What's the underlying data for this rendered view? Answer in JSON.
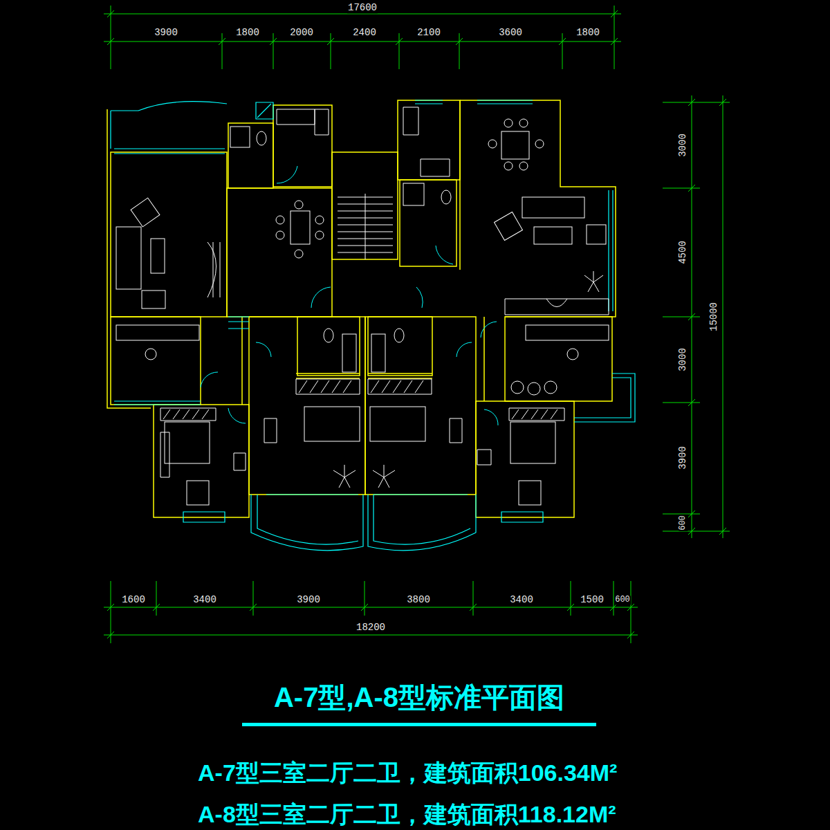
{
  "diagram": {
    "title": "A-7型,A-8型标准平面图",
    "labels": [
      "17600",
      "3900",
      "1800",
      "2000",
      "2400",
      "2100",
      "3600",
      "1800",
      "3000",
      "4500",
      "3000",
      "3900",
      "600",
      "15000",
      "1600",
      "3400",
      "3900",
      "3800",
      "3400",
      "1500",
      "600",
      "18200",
      "A-7型三室二厅二卫，建筑面积106.34M²",
      "A-8型三室二厅二卫，建筑面积118.12M²"
    ]
  }
}
